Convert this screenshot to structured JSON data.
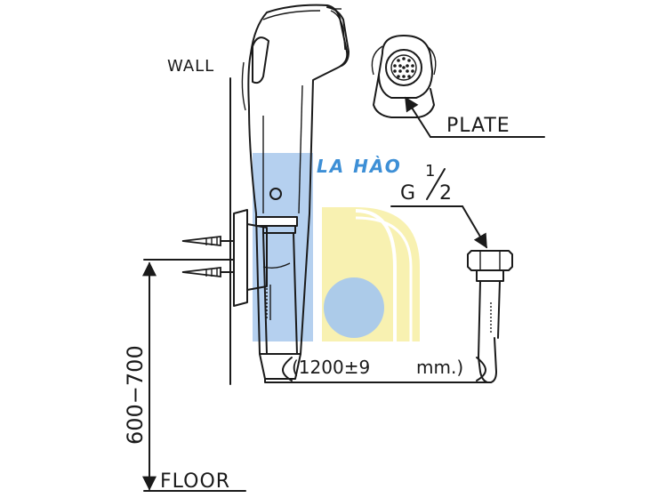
{
  "labels": {
    "wall": "WALL",
    "plate": "PLATE",
    "thread_g": "G",
    "thread_num": "1",
    "thread_den": "2",
    "hose_length": "(1200±9",
    "hose_unit": "mm.)",
    "height_range": "600−700",
    "floor": "FLOOR"
  },
  "watermark": {
    "text": "LA HÀO",
    "colors": {
      "blue": "#a8c8ec",
      "yellow": "#f7f0a8",
      "text": "#3d8fd6"
    }
  },
  "colors": {
    "line": "#1a1a1a",
    "background": "#ffffff"
  }
}
